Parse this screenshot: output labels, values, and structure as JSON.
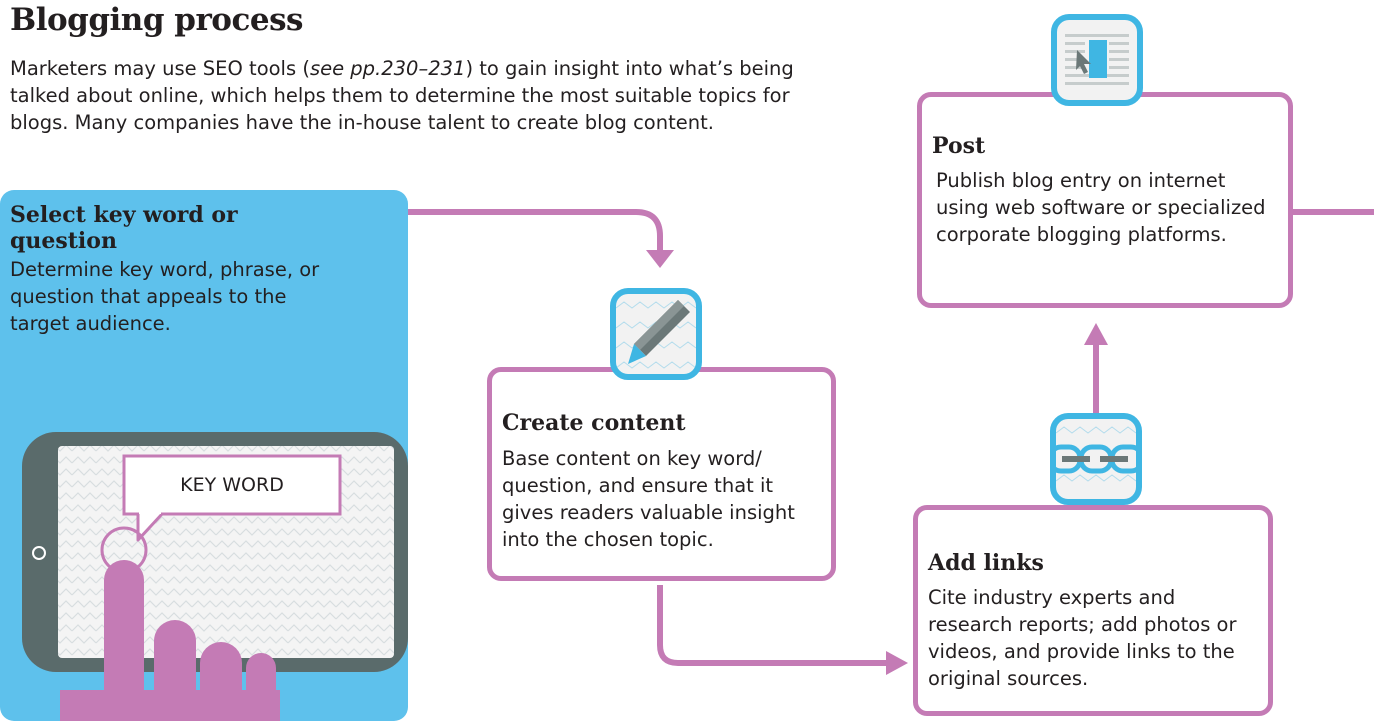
{
  "title": "Blogging process",
  "intro": {
    "before": "Marketers may use SEO tools (",
    "ref": "see pp.230–231",
    "after": ") to gain insight into what’s being talked about online, which helps them to determine the most suitable topics for blogs. Many companies have the in-house talent to create blog content."
  },
  "steps": {
    "select": {
      "title": "Select key word or question",
      "text": "Determine key word, phrase, or question that appeals to the target audience.",
      "screen_label": "KEY WORD"
    },
    "create": {
      "title": "Create content",
      "text": "Base content on key word/ question, and ensure that it gives readers valuable insight into the chosen topic."
    },
    "links": {
      "title": "Add links",
      "text": "Cite industry experts and research reports; add photos or videos, and provide links to the original sources."
    },
    "post": {
      "title": "Post",
      "text": "Publish blog entry on internet using web software or specialized corporate blogging platforms."
    }
  },
  "colors": {
    "connector": "#c47bb5",
    "panel": "#5ec1ec",
    "icon_border": "#3fb6e3",
    "tablet": "#5a6b6b"
  },
  "icons": {
    "create": "pencil-icon",
    "links": "chain-link-icon",
    "post": "web-page-cursor-icon"
  }
}
